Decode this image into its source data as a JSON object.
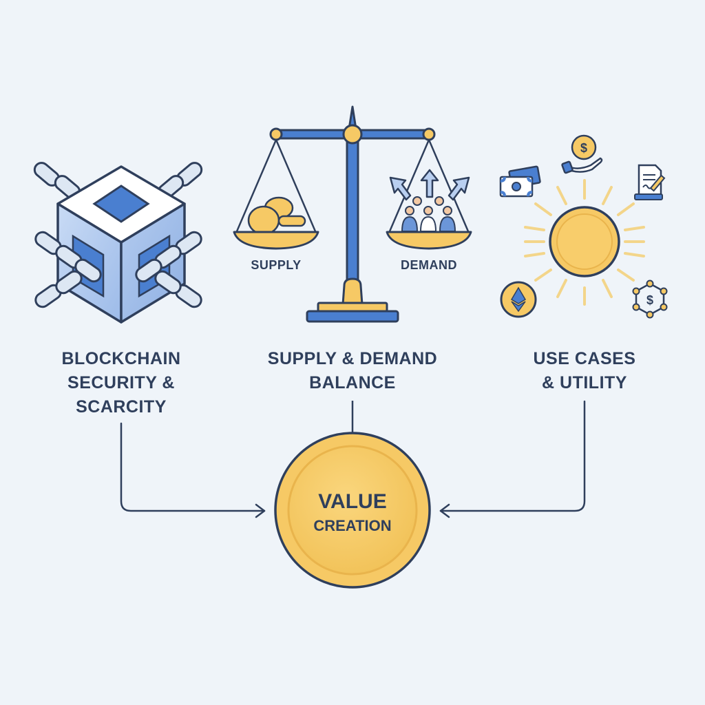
{
  "colors": {
    "background": "#eff4f9",
    "navy": "#2f3f5c",
    "blue": "#4a7fd0",
    "light_blue": "#b9cff0",
    "gold": "#f6c965",
    "gold_dark": "#e9b44c",
    "ray": "#f3d58a"
  },
  "columns": [
    {
      "id": "blockchain",
      "title_lines": [
        "BLOCKCHAIN",
        "SECURITY &",
        "SCARCITY"
      ],
      "icon": "chained-cube-icon"
    },
    {
      "id": "supply-demand",
      "title_lines": [
        "SUPPLY & DEMAND",
        "BALANCE"
      ],
      "icon": "balance-scale-icon",
      "scale": {
        "left_label": "SUPPLY",
        "right_label": "DEMAND",
        "left_icon": "coins-stack-icon",
        "right_icon": "people-growth-icon"
      }
    },
    {
      "id": "utility",
      "title_lines": [
        "USE CASES",
        "& UTILITY"
      ],
      "icon": "radiant-coin-icon",
      "satellite_icons": [
        "cash-icon",
        "coin-in-hand-icon",
        "signed-contract-icon",
        "ethereum-coin-icon",
        "network-dollar-icon"
      ]
    }
  ],
  "center": {
    "title_line1": "VALUE",
    "title_line2": "CREATION",
    "icon": "gold-coin-icon"
  },
  "connectors": [
    {
      "from": "blockchain",
      "to": "center",
      "arrow": "right"
    },
    {
      "from": "supply-demand",
      "to": "center",
      "arrow": "none"
    },
    {
      "from": "utility",
      "to": "center",
      "arrow": "left"
    }
  ]
}
